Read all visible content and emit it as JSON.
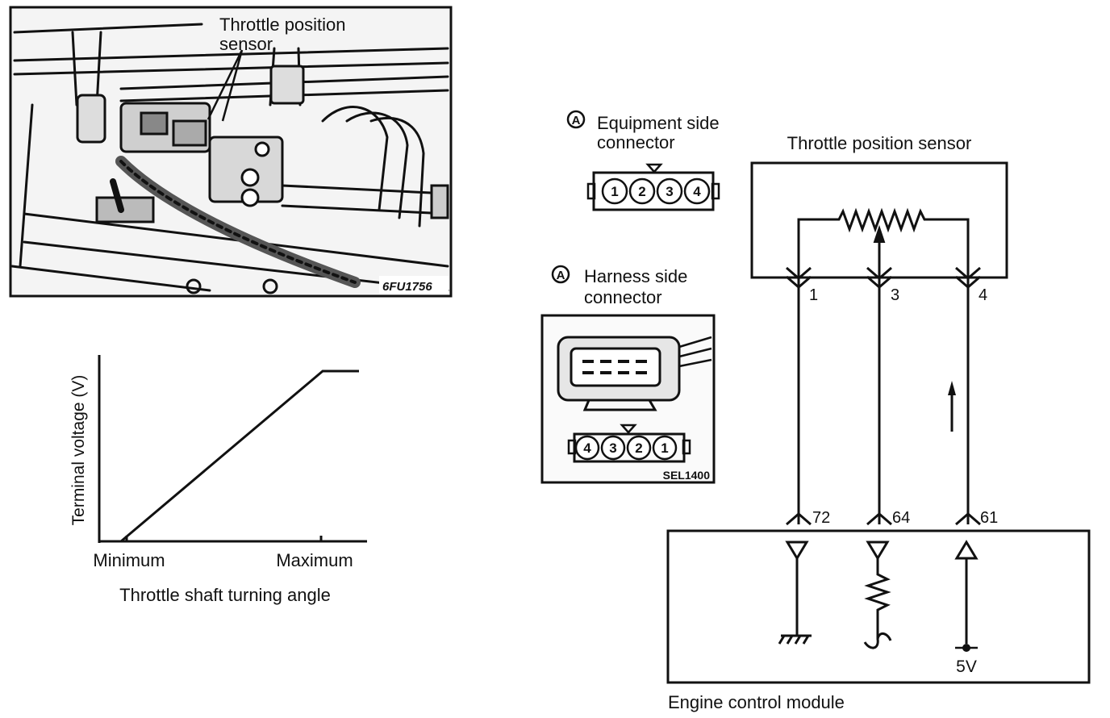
{
  "photo": {
    "callout": [
      "Throttle position",
      "sensor"
    ],
    "code": "6FU1756"
  },
  "graph": {
    "ylabel": "Terminal voltage (V)",
    "xticks": [
      "Minimum",
      "Maximum"
    ],
    "xlabel": "Throttle shaft turning angle"
  },
  "equipment_connector": {
    "marker": "A",
    "title": [
      "Equipment side",
      "connector"
    ],
    "pins": [
      "1",
      "2",
      "3",
      "4"
    ]
  },
  "harness_connector": {
    "marker": "A",
    "title": [
      "Harness side",
      "connector"
    ],
    "pins": [
      "4",
      "3",
      "2",
      "1"
    ],
    "code": "SEL1400"
  },
  "sensor": {
    "title": "Throttle position sensor",
    "terminals": [
      "1",
      "3",
      "4"
    ]
  },
  "ecm": {
    "title": "Engine control module",
    "terminals": [
      "72",
      "64",
      "61"
    ],
    "supply": "5V"
  }
}
